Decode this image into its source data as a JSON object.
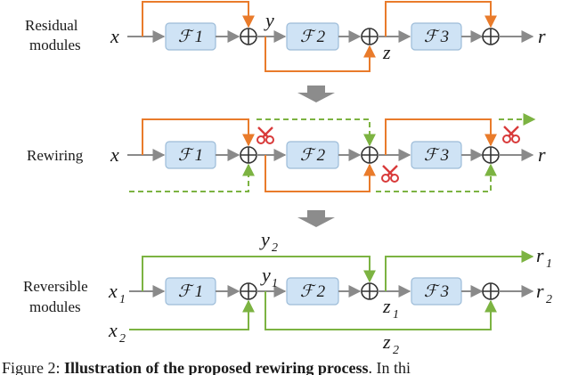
{
  "panels": {
    "residual": {
      "label_line1": "Residual",
      "label_line2": "modules",
      "input": "x",
      "mid1": "y",
      "mid2": "z",
      "output": "r"
    },
    "rewiring": {
      "label": "Rewiring",
      "input": "x",
      "output": "r"
    },
    "reversible": {
      "label_line1": "Reversible",
      "label_line2": "modules",
      "in1": "x",
      "in1_sub": "1",
      "in2": "x",
      "in2_sub": "2",
      "y1": "y",
      "y1_sub": "1",
      "y2": "y",
      "y2_sub": "2",
      "z1": "z",
      "z1_sub": "1",
      "z2": "z",
      "z2_sub": "2",
      "r1": "r",
      "r1_sub": "1",
      "r2": "r",
      "r2_sub": "2"
    }
  },
  "functions": {
    "f1": "ℱ 1",
    "f2": "ℱ 2",
    "f3": "ℱ 3"
  },
  "caption": {
    "prefix": "Figure 2: ",
    "bold": "Illustration of the proposed rewiring process",
    "suffix": ". In thi"
  },
  "icons": {
    "cut": "scissors-icon",
    "down": "down-arrow-icon"
  },
  "colors": {
    "box_fill": "#cfe3f5",
    "skip_residual": "#e97b2b",
    "skip_reversible": "#7cb342",
    "main_flow": "#8a8a8a",
    "scissors": "#d83a3a"
  }
}
